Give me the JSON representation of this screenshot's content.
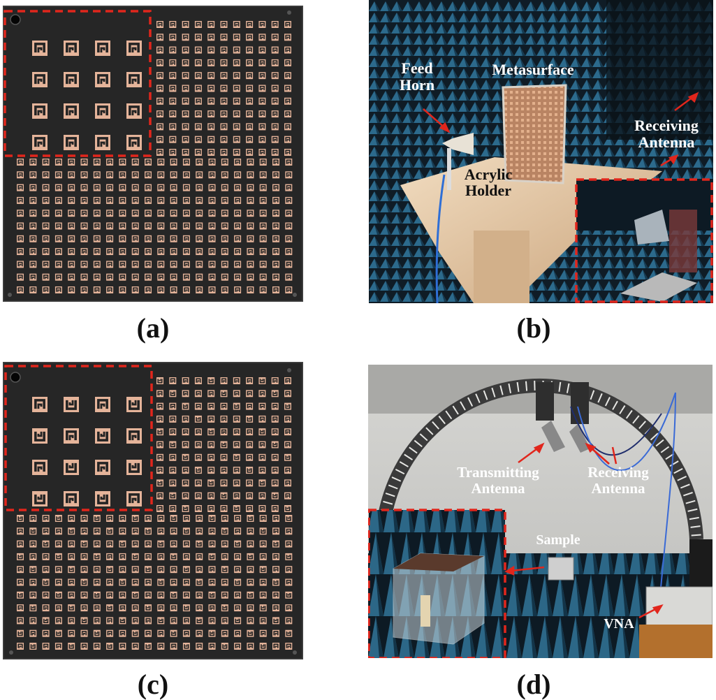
{
  "panels": {
    "a": {
      "caption": "(a)",
      "pattern": "C-shaped copper unit cells",
      "board_color": "#232323",
      "copper_color": "#e5b49a"
    },
    "b": {
      "caption": "(b)",
      "labels": {
        "feed_horn_1": "Feed",
        "feed_horn_2": "Horn",
        "metasurface": "Metasurface",
        "receiving_1": "Receiving",
        "receiving_2": "Antenna",
        "acrylic_1": "Acrylic",
        "acrylic_2": "Holder"
      }
    },
    "c": {
      "caption": "(c)",
      "pattern": "rotated C-shaped copper unit cells",
      "board_color": "#232323",
      "copper_color": "#e5b49a"
    },
    "d": {
      "caption": "(d)",
      "labels": {
        "transmitting_1": "Transmitting",
        "transmitting_2": "Antenna",
        "receiving_1": "Receiving",
        "receiving_2": "Antenna",
        "sample": "Sample",
        "vna": "VNA"
      }
    }
  },
  "colors": {
    "highlight_dash": "#e1261c",
    "arrow": "#e1261c",
    "absorber": "#1c4f6a"
  }
}
